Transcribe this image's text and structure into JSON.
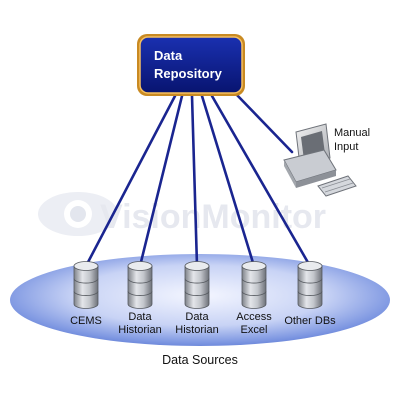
{
  "repository": {
    "line1": "Data",
    "line2": "Repository"
  },
  "watermark": "VisionMonitor",
  "manual_input": {
    "line1": "Manual",
    "line2": "Input"
  },
  "sources": [
    {
      "id": "cems",
      "lines": [
        "CEMS"
      ]
    },
    {
      "id": "data-historian-1",
      "lines": [
        "Data",
        "Historian"
      ]
    },
    {
      "id": "data-historian-2",
      "lines": [
        "Data",
        "Historian"
      ]
    },
    {
      "id": "access-excel",
      "lines": [
        "Access",
        "Excel"
      ]
    },
    {
      "id": "other-dbs",
      "lines": [
        "Other DBs"
      ]
    }
  ],
  "sources_label": "Data Sources",
  "colors": {
    "repository_fill": "#0e1f8a",
    "repository_border": "#e0a53a",
    "connector": "#1a2590",
    "platform": "#5f7fd8",
    "cylinder": "#9fa3ab"
  }
}
